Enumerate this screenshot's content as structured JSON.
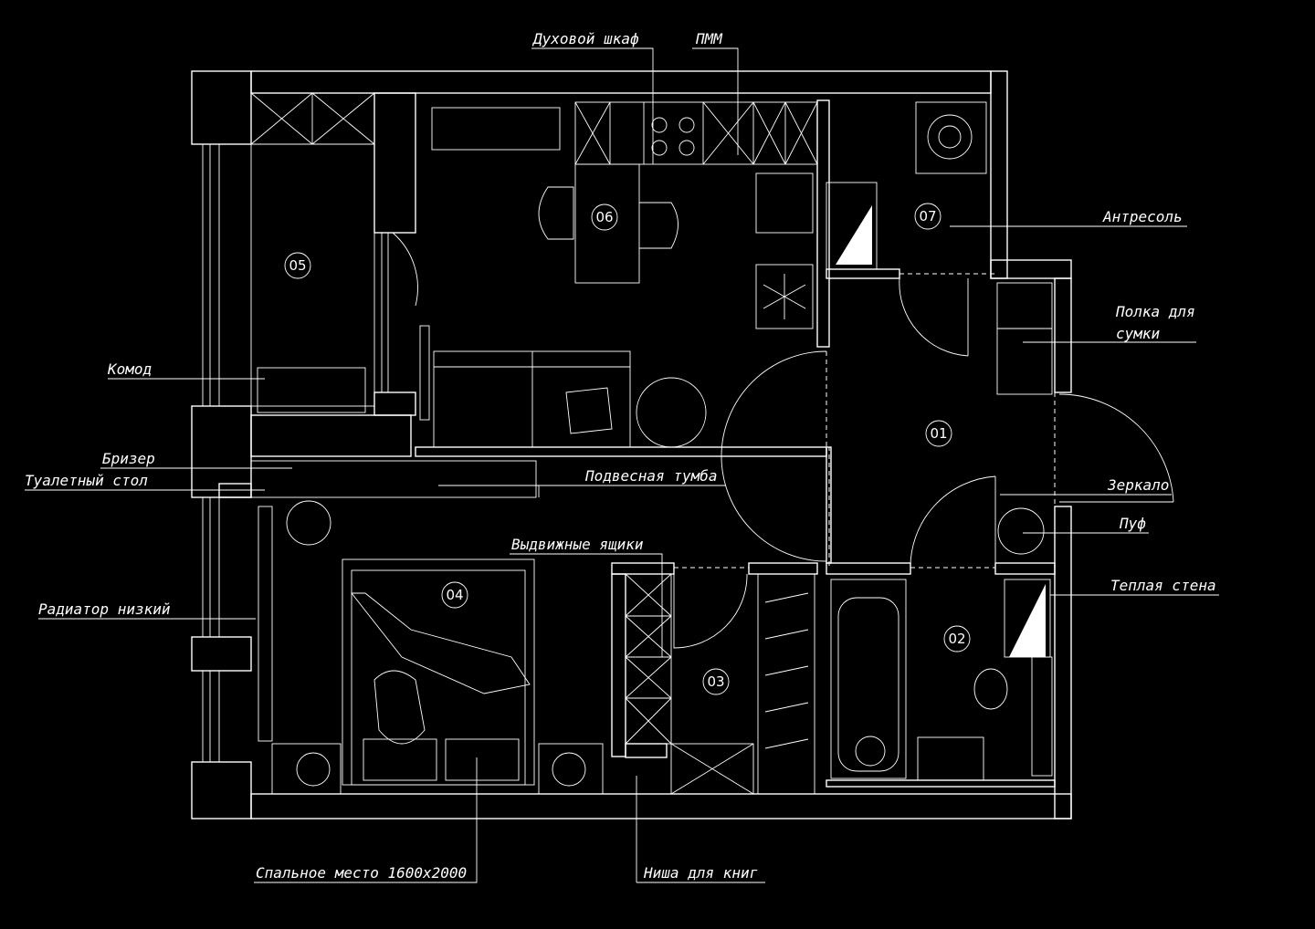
{
  "plan": {
    "colors": {
      "background": "#000000",
      "lines": "#ffffff"
    },
    "rooms": [
      "01",
      "02",
      "03",
      "04",
      "05",
      "06",
      "07"
    ],
    "labels": {
      "oven": "Духовой шкаф",
      "dishwasher": "ПММ",
      "mezzanine": "Антресоль",
      "bag_shelf_1": "Полка для",
      "bag_shelf_2": "сумки",
      "dresser": "Комод",
      "breezer": "Бризер",
      "dressing_table": "Туалетный стол",
      "hanging_cabinet": "Подвесная тумба",
      "mirror": "Зеркало",
      "pouf": "Пуф",
      "warm_wall": "Теплая стена",
      "drawers": "Выдвижные ящики",
      "radiator": "Радиатор низкий",
      "bed": "Спальное место 1600х2000",
      "book_niche": "Ниша для книг"
    }
  }
}
